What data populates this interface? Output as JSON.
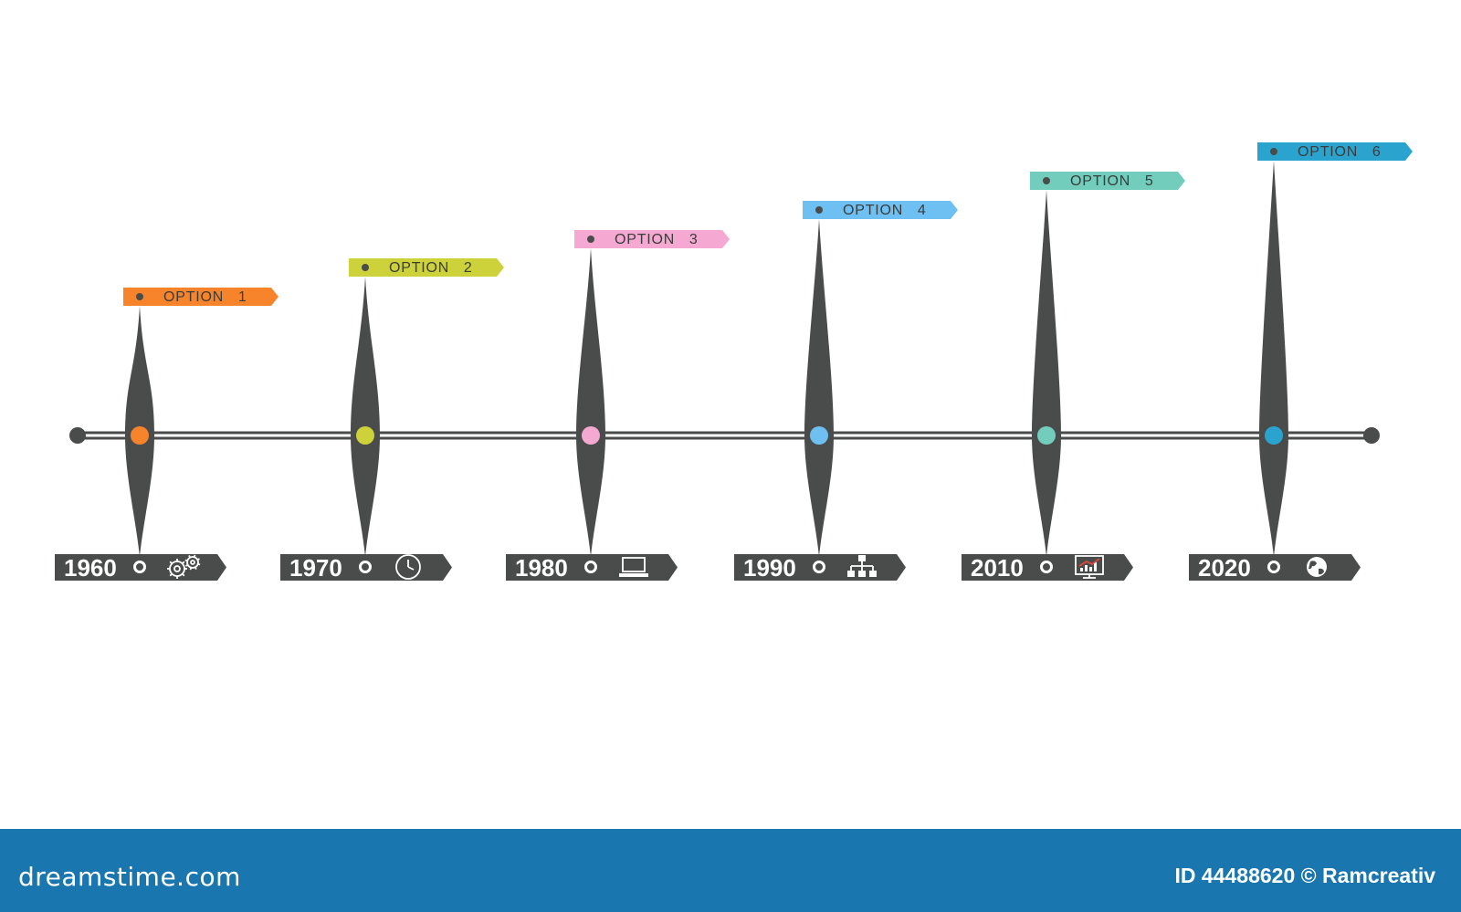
{
  "timeline": {
    "colors": {
      "axis": "#4a4c4c",
      "text_on_dark": "#ffffff",
      "label_text": "#3a3c3c"
    },
    "items": [
      {
        "option": "OPTION   1",
        "year": "1960",
        "color": "#f7842b",
        "icon": "gears-icon"
      },
      {
        "option": "OPTION   2",
        "year": "1970",
        "color": "#cdd23a",
        "icon": "clock-icon"
      },
      {
        "option": "OPTION   3",
        "year": "1980",
        "color": "#f5a8d2",
        "icon": "laptop-icon"
      },
      {
        "option": "OPTION   4",
        "year": "1990",
        "color": "#6ec0f3",
        "icon": "hierarchy-icon"
      },
      {
        "option": "OPTION   5",
        "year": "2010",
        "color": "#72cdbd",
        "icon": "chart-monitor-icon"
      },
      {
        "option": "OPTION   6",
        "year": "2020",
        "color": "#2aa4cf",
        "icon": "globe-icon"
      }
    ]
  },
  "footer": {
    "logo_text": "dreamstime.com",
    "credit": "ID 44488620 © Ramcreativ",
    "background": "#1a76ae"
  }
}
